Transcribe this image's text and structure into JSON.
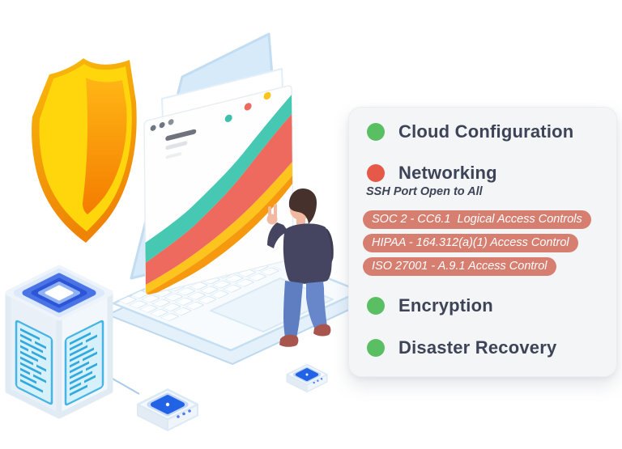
{
  "colors": {
    "pass_green": "#5abf63",
    "fail_red": "#e65847",
    "badge_salmon": "#d67f70",
    "text_navy": "#3d4457",
    "card_bg": "#f4f5f7",
    "chart_teal": "#46c8b2",
    "chart_salmon": "#ee6a5e",
    "chart_yellow": "#fcc41d",
    "chart_orange": "#f6990e",
    "shield_yellow": "#ffd60b",
    "shield_orange": "#f47c00",
    "laptop_blue": "#d7eafa",
    "device_blue": "#2263e6"
  },
  "panel": {
    "items": [
      {
        "label": "Cloud Configuration",
        "status": "pass"
      },
      {
        "label": "Networking",
        "status": "fail"
      },
      {
        "label": "Encryption",
        "status": "pass"
      },
      {
        "label": "Disaster Recovery",
        "status": "pass"
      }
    ],
    "finding": {
      "title": "SSH Port Open to All",
      "violations": [
        "SOC 2 - CC6.1  Logical Access Controls",
        "HIPAA - 164.312(a)(1) Access Control",
        "ISO 27001 - A.9.1 Access Control"
      ]
    }
  }
}
